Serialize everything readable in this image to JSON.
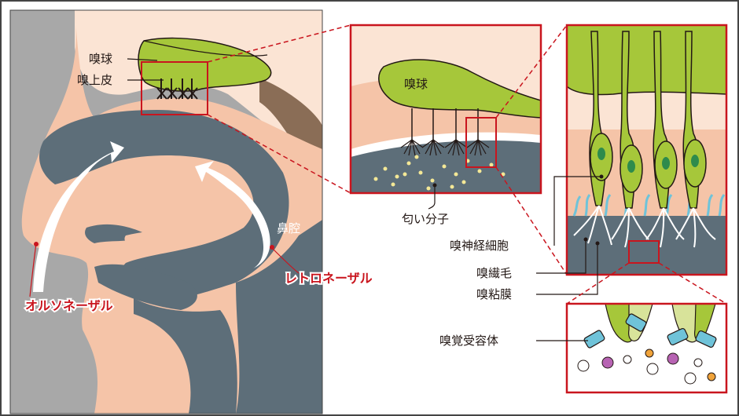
{
  "labels": {
    "olfactory_bulb": "嗅球",
    "olfactory_epithelium": "嗅上皮",
    "nasal_cavity": "鼻腔",
    "orthonasal": "オルソネーザル",
    "retronasal": "レトロネーザル",
    "detail_bulb": "嗅球",
    "odor_molecules": "匂い分子",
    "olfactory_neuron": "嗅神経細胞",
    "olfactory_cilia": "嗅繊毛",
    "olfactory_mucosa": "嗅粘膜",
    "olfactory_receptor": "嗅覚受容体"
  },
  "colors": {
    "accent_red": "#c9151e",
    "olfactory_green": "#a6c73a",
    "nasal_slate": "#5d6e79",
    "skin": "#f5c4a8",
    "background_gray": "#a8a8a8",
    "odor_dot": "#f4e896",
    "receptor_cyan": "#6fc3d9",
    "molecule_purple": "#b763b3",
    "molecule_orange": "#f0a33a"
  }
}
